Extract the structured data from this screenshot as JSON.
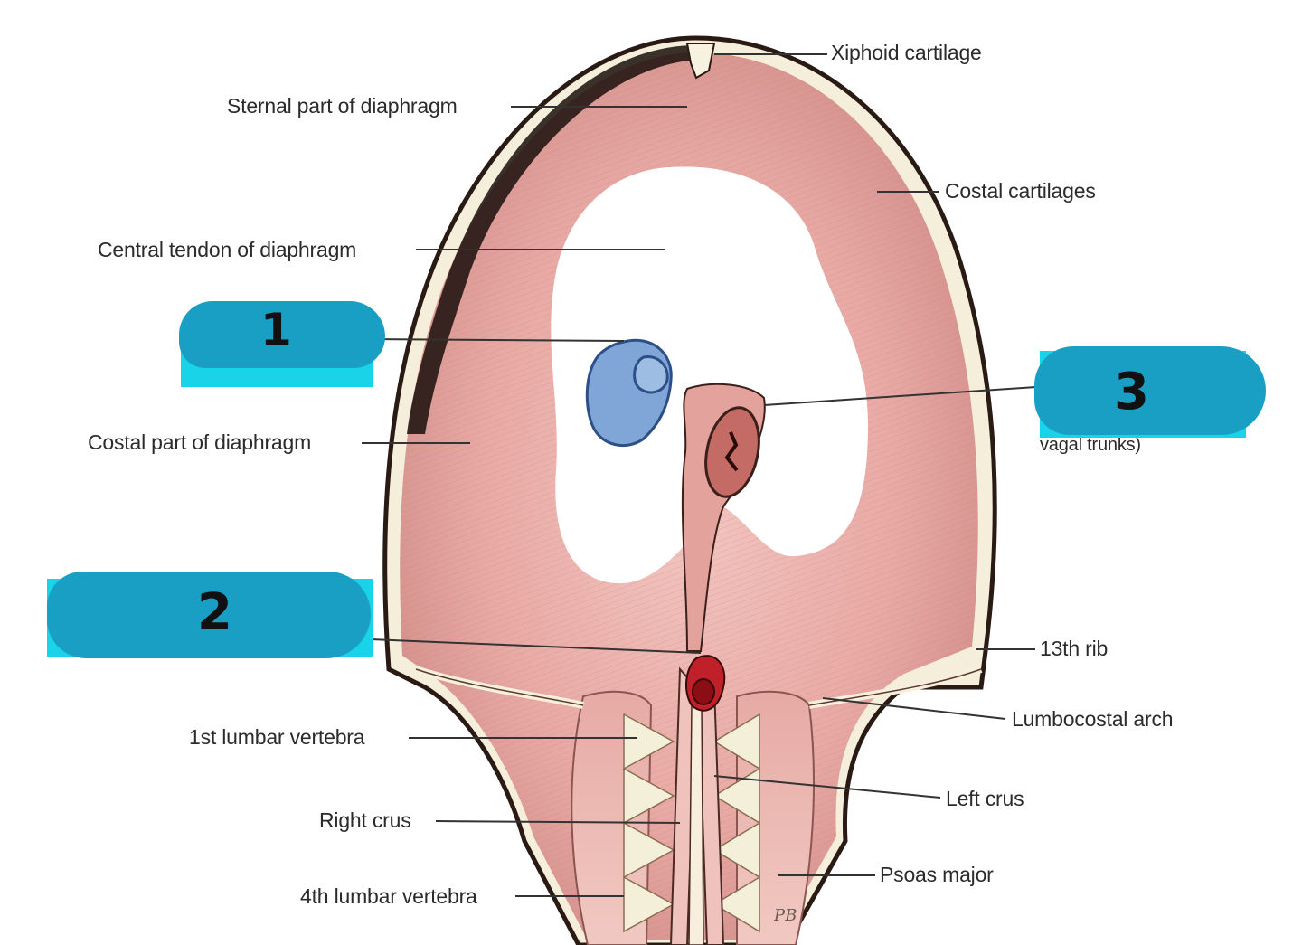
{
  "labels": {
    "xiphoid": "Xiphoid cartilage",
    "sternal": "Sternal part of diaphragm",
    "costal_cartilages": "Costal cartilages",
    "central_tendon": "Central tendon of diaphragm",
    "costal_part": "Costal part of diaphragm",
    "vagal": "vagal trunks)",
    "rib13": "13th rib",
    "lumbocostal": "Lumbocostal arch",
    "lumbar1": "1st lumbar vertebra",
    "left_crus": "Left crus",
    "right_crus": "Right crus",
    "psoas": "Psoas major",
    "lumbar4": "4th lumbar vertebra"
  },
  "markers": {
    "m1": "1",
    "m2": "2",
    "m3": "3"
  },
  "initials": "PB",
  "colors": {
    "muscle": "#e8a9a4",
    "muscle_dark": "#c97d78",
    "tendon": "#ffffff",
    "bone": "#f3ecd6",
    "vena_cava": "#7fa6d6",
    "aorta": "#c0202a",
    "marker": "#1a9fc4",
    "marker_box": "#19d3e8"
  }
}
